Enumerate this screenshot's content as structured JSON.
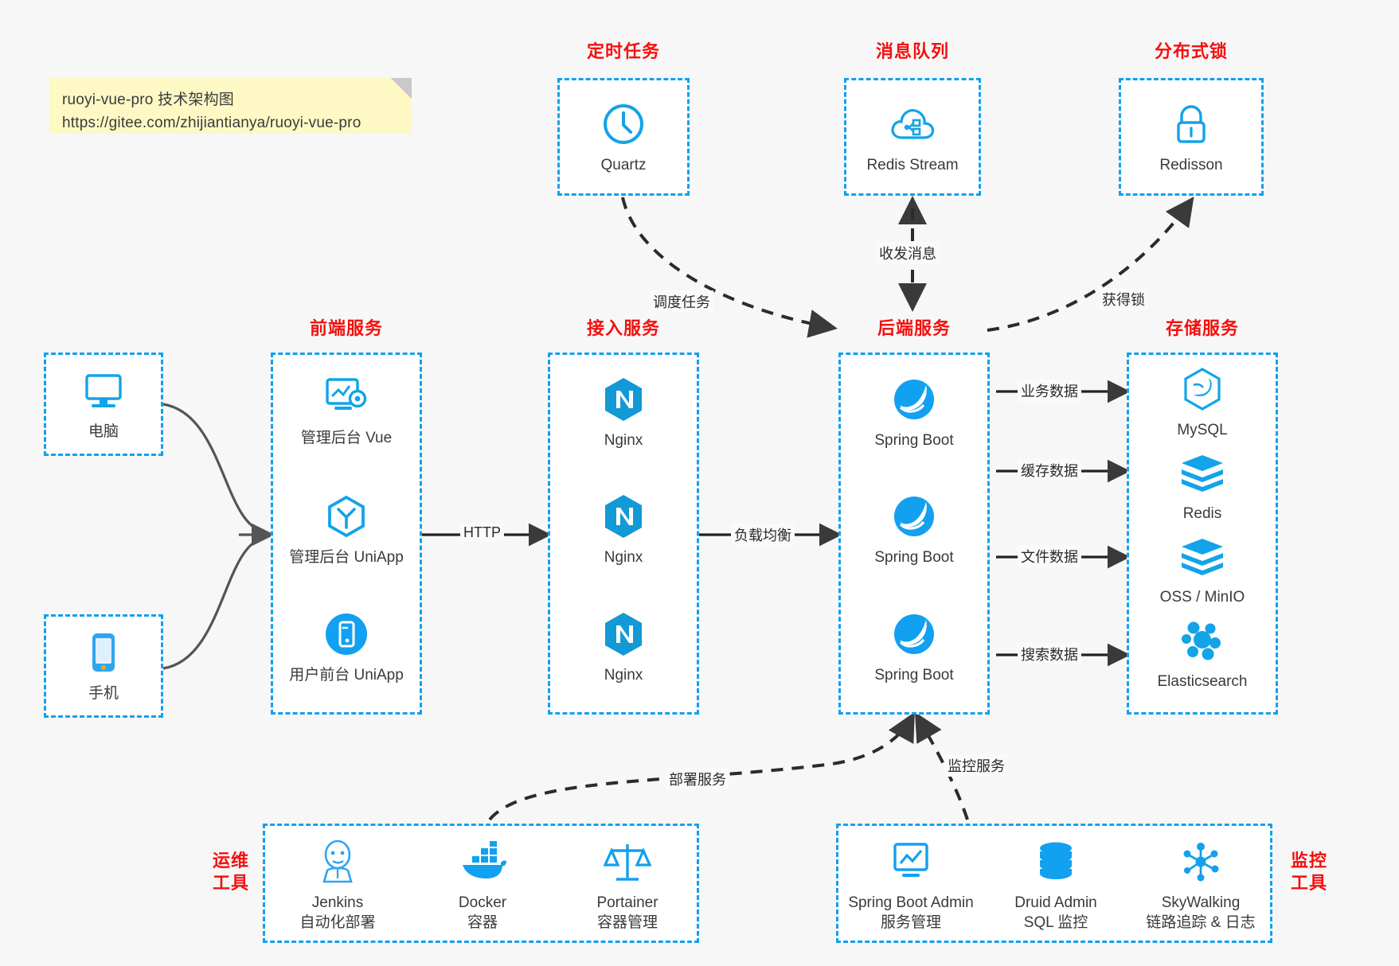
{
  "note": {
    "line1": "ruoyi-vue-pro 技术架构图",
    "line2": "https://gitee.com/zhijiantianya/ruoyi-vue-pro"
  },
  "colors": {
    "box_border": "#10a0f0",
    "title_red": "#f60f0f",
    "icon_blue": "#13a3e8",
    "wire_gray": "#555555",
    "note_bg": "#fdf8c4",
    "page_bg": "#f7f7f7"
  },
  "groups": {
    "scheduler": {
      "title": "定时任务",
      "items": [
        {
          "label": "Quartz",
          "icon": "clock-icon"
        }
      ]
    },
    "mq": {
      "title": "消息队列",
      "items": [
        {
          "label": "Redis Stream",
          "icon": "cloud-stream-icon"
        }
      ]
    },
    "lock": {
      "title": "分布式锁",
      "items": [
        {
          "label": "Redisson",
          "icon": "lock-icon"
        }
      ]
    },
    "clients": {
      "items": [
        {
          "label": "电脑",
          "icon": "desktop-icon"
        },
        {
          "label": "手机",
          "icon": "phone-icon"
        }
      ]
    },
    "frontend": {
      "title": "前端服务",
      "items": [
        {
          "label": "管理后台 Vue",
          "icon": "dashboard-gear-icon"
        },
        {
          "label": "管理后台 UniApp",
          "icon": "hexagon-y-icon"
        },
        {
          "label": "用户前台 UniApp",
          "icon": "mobile-circle-icon"
        }
      ]
    },
    "gateway": {
      "title": "接入服务",
      "items": [
        {
          "label": "Nginx",
          "icon": "nginx-icon"
        },
        {
          "label": "Nginx",
          "icon": "nginx-icon"
        },
        {
          "label": "Nginx",
          "icon": "nginx-icon"
        }
      ]
    },
    "backend": {
      "title": "后端服务",
      "items": [
        {
          "label": "Spring Boot",
          "icon": "spring-leaf-icon"
        },
        {
          "label": "Spring Boot",
          "icon": "spring-leaf-icon"
        },
        {
          "label": "Spring Boot",
          "icon": "spring-leaf-icon"
        }
      ]
    },
    "storage": {
      "title": "存储服务",
      "items": [
        {
          "label": "MySQL",
          "icon": "mysql-dolphin-icon"
        },
        {
          "label": "Redis",
          "icon": "redis-stack-icon"
        },
        {
          "label": "OSS / MinIO",
          "icon": "redis-stack-icon"
        },
        {
          "label": "Elasticsearch",
          "icon": "elasticsearch-icon"
        }
      ]
    },
    "devops": {
      "title_l1": "运维",
      "title_l2": "工具",
      "items": [
        {
          "label": "Jenkins",
          "sub": "自动化部署",
          "icon": "jenkins-butler-icon"
        },
        {
          "label": "Docker",
          "sub": "容器",
          "icon": "docker-whale-icon"
        },
        {
          "label": "Portainer",
          "sub": "容器管理",
          "icon": "scales-icon"
        }
      ]
    },
    "monitor": {
      "title_l1": "监控",
      "title_l2": "工具",
      "items": [
        {
          "label": "Spring Boot Admin",
          "sub": "服务管理",
          "icon": "monitor-chart-icon"
        },
        {
          "label": "Druid Admin",
          "sub": "SQL 监控",
          "icon": "database-icon"
        },
        {
          "label": "SkyWalking",
          "sub": "链路追踪 & 日志",
          "icon": "skywalking-icon"
        }
      ]
    }
  },
  "edges": [
    {
      "id": "http",
      "label": "HTTP"
    },
    {
      "id": "lb",
      "label": "负载均衡"
    },
    {
      "id": "schedule",
      "label": "调度任务"
    },
    {
      "id": "message",
      "label": "收发消息"
    },
    {
      "id": "getlock",
      "label": "获得锁"
    },
    {
      "id": "biz",
      "label": "业务数据"
    },
    {
      "id": "cache",
      "label": "缓存数据"
    },
    {
      "id": "file",
      "label": "文件数据"
    },
    {
      "id": "search",
      "label": "搜索数据"
    },
    {
      "id": "deploy",
      "label": "部署服务"
    },
    {
      "id": "monitoring",
      "label": "监控服务"
    }
  ]
}
